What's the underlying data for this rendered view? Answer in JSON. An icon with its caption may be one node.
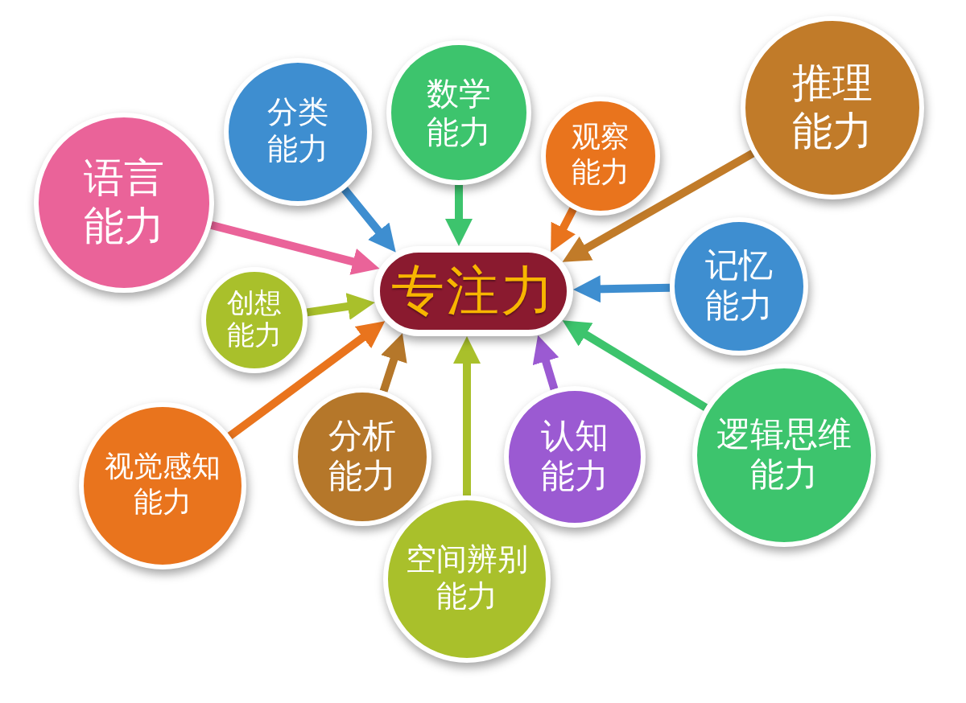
{
  "diagram": {
    "nodes": [
      {
        "text": [
          "专注力"
        ]
      },
      {
        "text": [
          "语言能力"
        ]
      },
      {
        "text": [
          "分类能力"
        ]
      },
      {
        "text": [
          "数学能力"
        ]
      },
      {
        "text": [
          "观察能力"
        ]
      },
      {
        "text": [
          "推理能力"
        ]
      },
      {
        "text": [
          "记忆能力"
        ]
      },
      {
        "text": [
          "逻辑思维能力"
        ]
      },
      {
        "text": [
          "认知能力"
        ]
      },
      {
        "text": [
          "空间辨别能力"
        ]
      },
      {
        "text": [
          "分析能力"
        ]
      },
      {
        "text": [
          "视觉感知能力"
        ]
      },
      {
        "text": [
          "创想能力"
        ]
      }
    ],
    "edges": [
      {
        "from": 1,
        "to": 0,
        "arrow": "to",
        "color": "#ea6399"
      },
      {
        "from": 2,
        "to": 0,
        "arrow": "to",
        "color": "#3e8ed0"
      },
      {
        "from": 3,
        "to": 0,
        "arrow": "to",
        "color": "#3dc46d"
      },
      {
        "from": 4,
        "to": 0,
        "arrow": "to",
        "color": "#e9741d"
      },
      {
        "from": 5,
        "to": 0,
        "arrow": "to",
        "color": "#c17b29"
      },
      {
        "from": 6,
        "to": 0,
        "arrow": "to",
        "color": "#3e8ed0"
      },
      {
        "from": 7,
        "to": 0,
        "arrow": "to",
        "color": "#3dc46d"
      },
      {
        "from": 8,
        "to": 0,
        "arrow": "to",
        "color": "#9b5ad2"
      },
      {
        "from": 9,
        "to": 0,
        "arrow": "to",
        "color": "#a9c02b"
      },
      {
        "from": 10,
        "to": 0,
        "arrow": "to",
        "color": "#b5772a"
      },
      {
        "from": 11,
        "to": 0,
        "arrow": "to",
        "color": "#e9741d"
      },
      {
        "from": 12,
        "to": 0,
        "arrow": "to",
        "color": "#a9c02b"
      }
    ]
  }
}
